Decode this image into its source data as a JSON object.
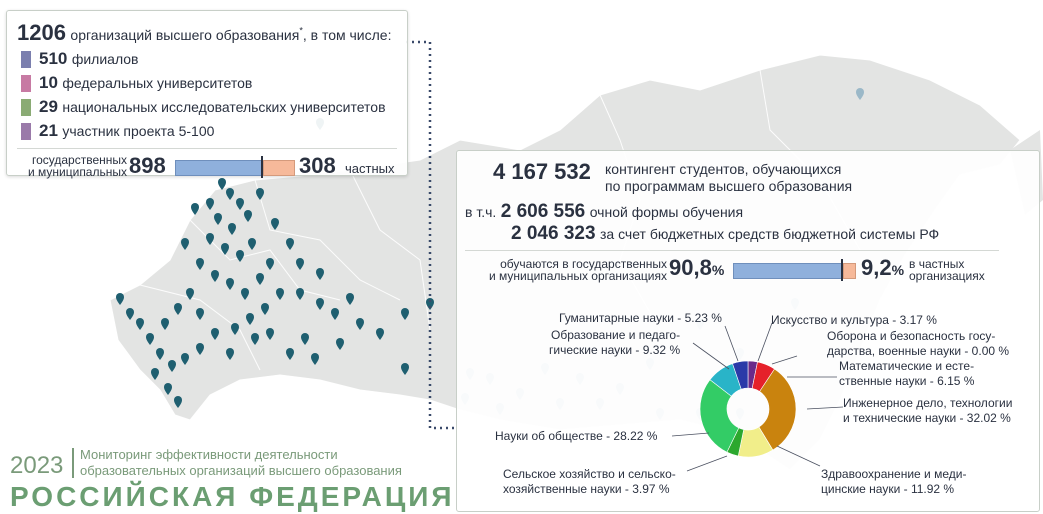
{
  "orgs": {
    "total": "1206",
    "total_text": "организаций высшего образования",
    "asterisk": "*",
    "total_suffix": ", в том числе:",
    "items": [
      {
        "num": "510",
        "text": "филиалов",
        "color": "#7b7fae"
      },
      {
        "num": "10",
        "text": "федеральных университетов",
        "color": "#c77aa3"
      },
      {
        "num": "29",
        "text": "национальных исследовательских университетов",
        "color": "#8aab74"
      },
      {
        "num": "21",
        "text": "участник проекта 5-100",
        "color": "#9a7aa9"
      }
    ],
    "state_label_1": "государственных",
    "state_label_2": "и муниципальных",
    "state_num": "898",
    "private_num": "308",
    "private_label": "частных",
    "state_value": 898,
    "private_value": 308
  },
  "students": {
    "contingent": "4 167 532",
    "contingent_text_1": "контингент студентов, обучающихся",
    "contingent_text_2": "по программам высшего образования",
    "incl": "в т.ч.",
    "fulltime": "2 606 556",
    "fulltime_text": "очной формы обучения",
    "budget": "2 046 323",
    "budget_text": "за счет бюджетных средств бюджетной системы РФ",
    "state_label_1": "обучаются в государственных",
    "state_label_2": "и муниципальных организациях",
    "state_pct": "90,8",
    "private_pct": "9,2",
    "pct_sign": "%",
    "private_label_1": "в частных",
    "private_label_2": "организациях",
    "state_share": 90.8,
    "private_share": 9.2
  },
  "colors": {
    "state_bar": "#8fb0dc",
    "private_bar": "#f6b99a",
    "accent_green": "#6b9e72",
    "pin": "#1f5f70"
  },
  "chart_data": {
    "type": "pie",
    "variant": "donut",
    "slices": [
      {
        "label": "Искусство и культура - 3.17 %",
        "value": 3.17,
        "color": "#6a2a8a"
      },
      {
        "label": "Оборона и безопасность государства, военные науки - 0.00 %",
        "value": 0.0,
        "color": "#9e3b3b"
      },
      {
        "label": "Математические и естественные науки - 6.15 %",
        "value": 6.15,
        "color": "#e5212a"
      },
      {
        "label": "Инженерное дело, технологии и технические науки - 32.02 %",
        "value": 32.02,
        "color": "#c9830e"
      },
      {
        "label": "Здравоохранение и медицинские науки - 11.92 %",
        "value": 11.92,
        "color": "#f1ee8a"
      },
      {
        "label": "Сельское хозяйство и сельскохозяйственные науки - 3.97 %",
        "value": 3.97,
        "color": "#2ca82e"
      },
      {
        "label": "Науки об обществе - 28.22 %",
        "value": 28.22,
        "color": "#33cc66"
      },
      {
        "label": "Образование и педагогические науки - 9.32 %",
        "value": 9.32,
        "color": "#29b4c8"
      },
      {
        "label": "Гуманитарные науки - 5.23 %",
        "value": 5.23,
        "color": "#2a3aa8"
      }
    ],
    "labels": {
      "art_1": "Искусство и культура - 3.17 %",
      "defense_1": "Оборона и безопасность госу-",
      "defense_2": "дарства, военные науки - 0.00 %",
      "math_1": "Математические и есте-",
      "math_2": "ственные науки - 6.15 %",
      "eng_1": "Инженерное дело, технологии",
      "eng_2": "и технические науки - 32.02 %",
      "health_1": "Здравоохранение и меди-",
      "health_2": "цинские науки - 11.92 %",
      "agri_1": "Сельское хозяйство и сельско-",
      "agri_2": "хозяйственные науки - 3.97 %",
      "soc_1": "Науки об обществе - 28.22 %",
      "edu_1": "Образование и педаго-",
      "edu_2": "гические науки - 9.32 %",
      "hum_1": "Гуманитарные науки - 5.23 %"
    }
  },
  "footer": {
    "year": "2023",
    "line1": "Мониторинг эффективности деятельности",
    "line2": "образовательных организаций высшего образования",
    "country": "РОССИЙСКАЯ ФЕДЕРАЦИЯ"
  }
}
